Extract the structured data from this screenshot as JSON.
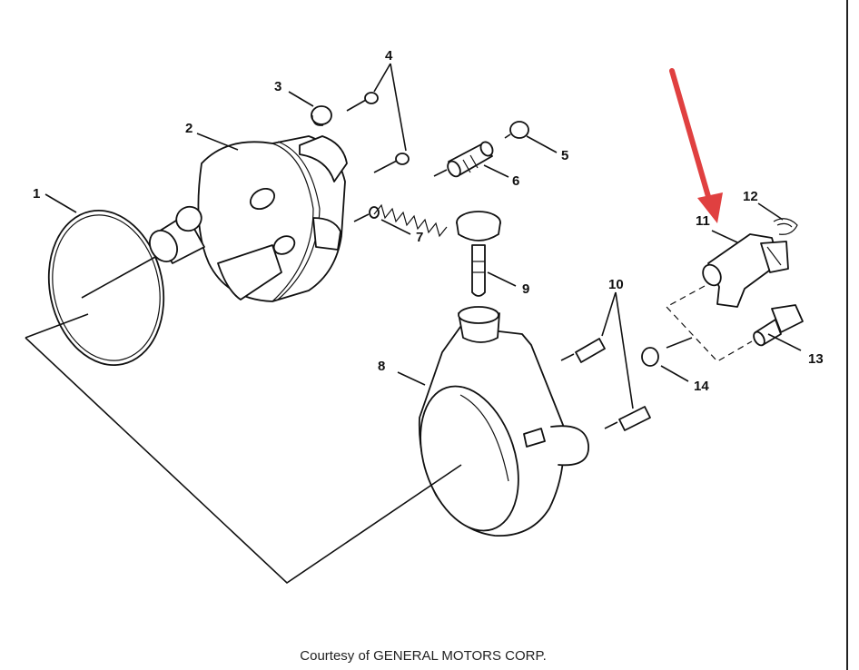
{
  "caption": "Courtesy of GENERAL MOTORS CORP.",
  "callouts": [
    "1",
    "2",
    "3",
    "4",
    "5",
    "6",
    "7",
    "8",
    "9",
    "10",
    "11",
    "12",
    "13",
    "14"
  ],
  "highlight_arrow_color": "#e04040"
}
